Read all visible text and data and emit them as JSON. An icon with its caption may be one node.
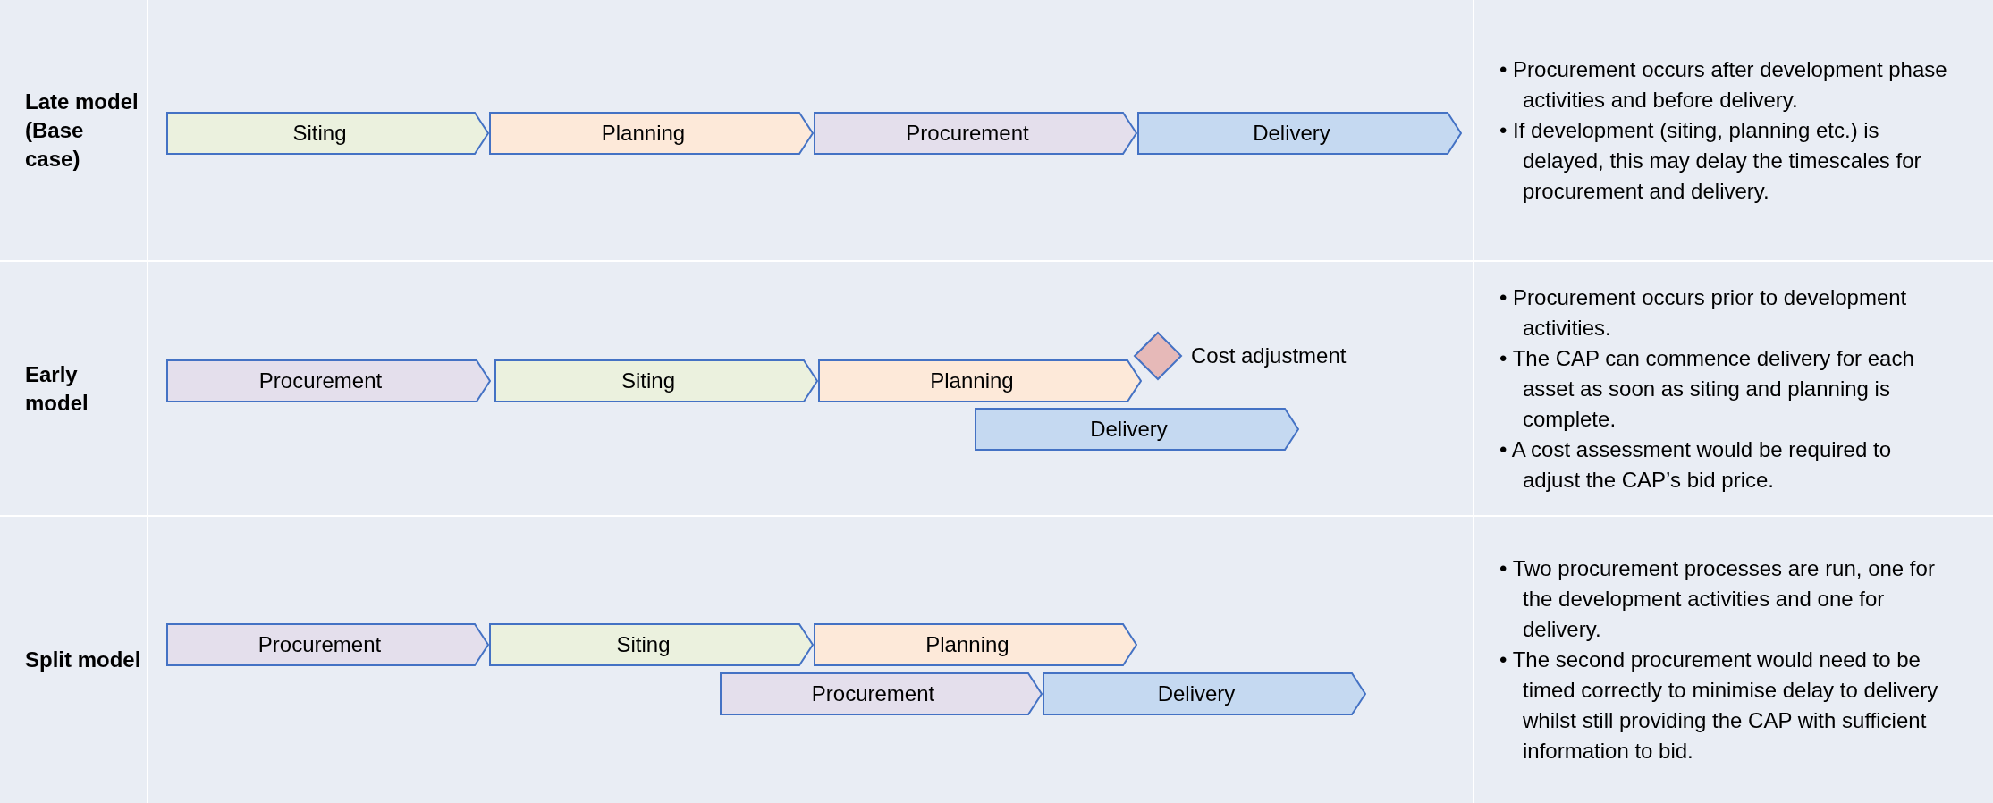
{
  "diagram": {
    "nodes": [
      {
        "text": [
          "Siting"
        ]
      },
      {
        "text": [
          "Planning"
        ]
      },
      {
        "text": [
          "Procurement"
        ]
      },
      {
        "text": [
          "Delivery"
        ]
      },
      {
        "text": [
          "Procurement"
        ]
      },
      {
        "text": [
          "Siting"
        ]
      },
      {
        "text": [
          "Planning"
        ]
      },
      {
        "text": [],
        "shape": "diamond",
        "beside": [
          "Cost adjustment"
        ]
      },
      {
        "text": [
          "Delivery"
        ]
      },
      {
        "text": [
          "Procurement"
        ]
      },
      {
        "text": [
          "Siting"
        ]
      },
      {
        "text": [
          "Planning"
        ]
      },
      {
        "text": [
          "Procurement"
        ]
      },
      {
        "text": [
          "Delivery"
        ]
      }
    ],
    "labels": [
      "Late model (Base case)",
      "• Procurement occurs after development phase activities and before delivery.",
      "• If development (siting, planning etc.) is delayed, this may delay the timescales for procurement and delivery.",
      "Early model",
      "• Procurement occurs prior to development activities.",
      "• The CAP can commence delivery for each asset as soon as siting and planning is complete.",
      "• A cost assessment would be required to adjust the CAP’s bid price.",
      "Split model",
      "• Two procurement processes are run, one for the development activities and one for delivery.",
      "• The second procurement would need to be timed correctly to minimise delay to delivery whilst still providing the CAP with sufficient information to bid."
    ]
  }
}
